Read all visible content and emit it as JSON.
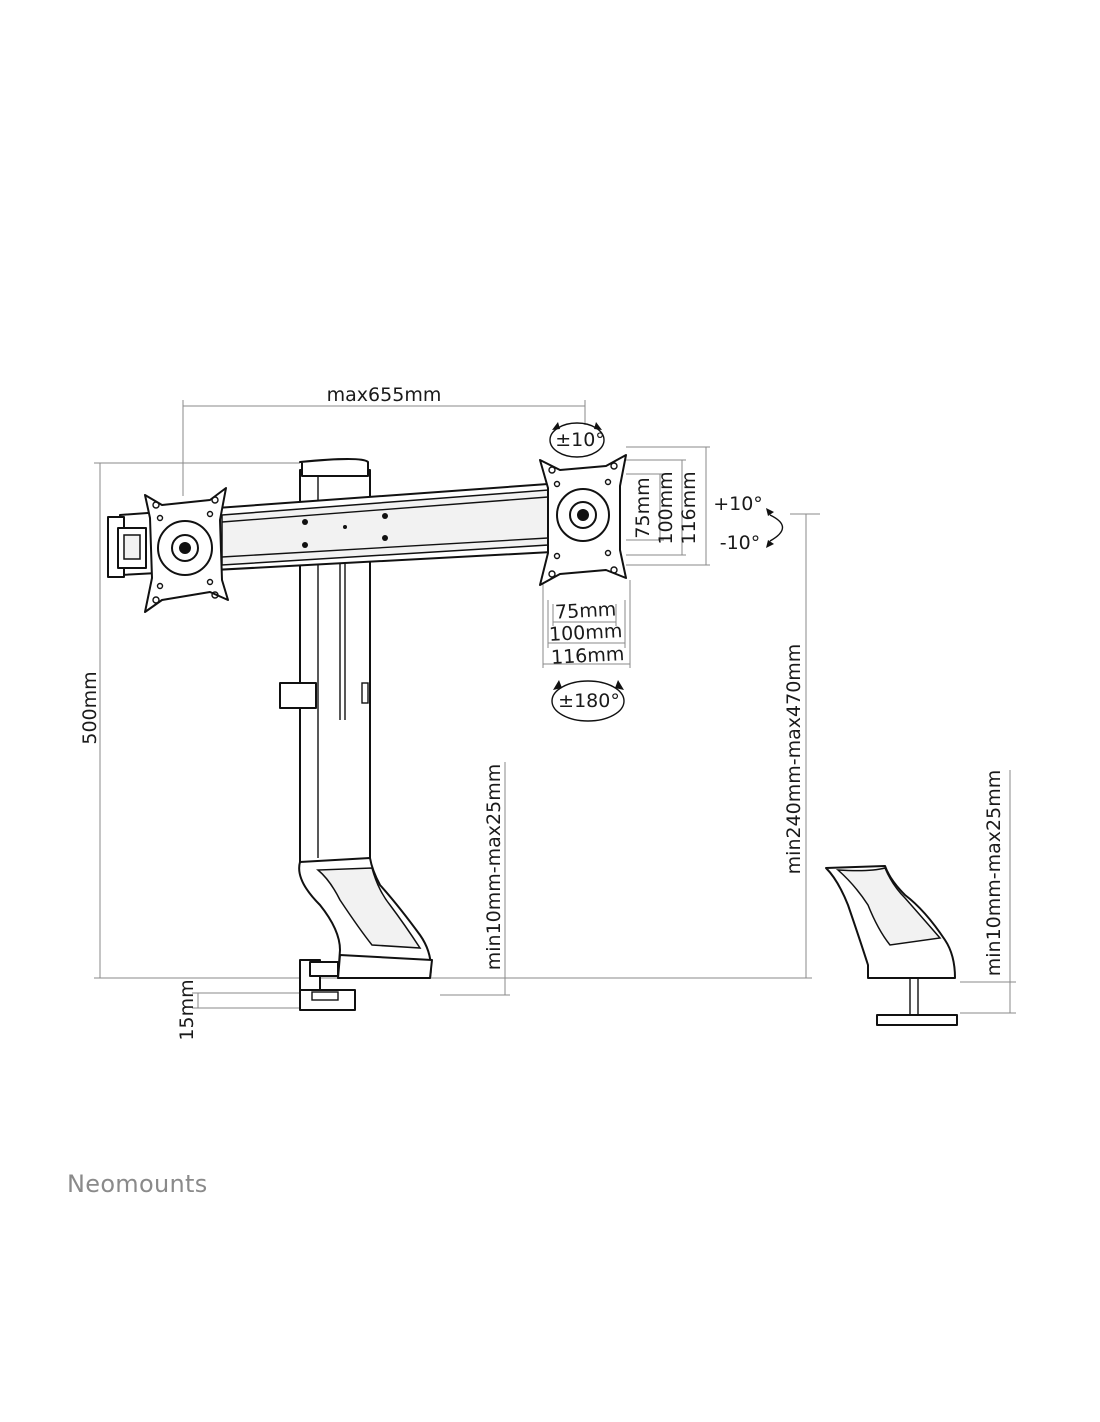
{
  "brand": {
    "name": "Neomounts"
  },
  "dimensions": {
    "max_width": "max655mm",
    "height": "500mm",
    "clamp_small": "15mm",
    "desk_thickness_left": "min10mm-max25mm",
    "height_range": "min240mm-max470mm",
    "desk_thickness_right": "min10mm-max25mm"
  },
  "vesa": {
    "horizontal": [
      "75mm",
      "100mm",
      "116mm"
    ],
    "vertical": [
      "75mm",
      "100mm",
      "116mm"
    ]
  },
  "rotation": {
    "swivel": "±10°",
    "rotate": "±180°",
    "tilt_up": "+10°",
    "tilt_down": "-10°"
  }
}
